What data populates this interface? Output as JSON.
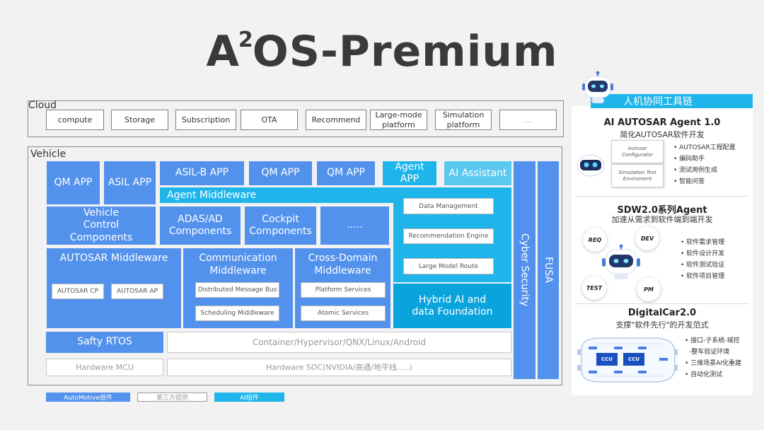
{
  "title": {
    "main": "A",
    "sup": "2",
    "rest": "OS-Premium"
  },
  "cloud": {
    "label": "Cloud",
    "items": [
      "compute",
      "Storage",
      "Subscription",
      "OTA",
      "Recommend",
      "Large-mode platform",
      "Simulation platform",
      "..."
    ]
  },
  "vehicle": {
    "label": "Vehicle",
    "apps": [
      "QM APP",
      "ASIL APP",
      "ASIL-B APP",
      "QM APP",
      "QM APP",
      "Agent APP",
      "AI Assistant"
    ],
    "agent_middleware": "Agent Middleware",
    "components": [
      "Vehicle Control Components",
      "ADAS/AD Components",
      "Cockpit Components",
      "....."
    ],
    "agent_services": [
      "Data Management",
      "Recommendation Engine",
      "Large Model Route"
    ],
    "autosar": {
      "title": "AUTOSAR Middleware",
      "items": [
        "AUTOSAR CP",
        "AUTOSAR AP"
      ]
    },
    "comm": {
      "title": "Communication Middleware",
      "items": [
        "Distributed Message Bus",
        "Scheduling Middleware"
      ]
    },
    "cross": {
      "title": "Cross-Domain Middleware",
      "items": [
        "Platform Services",
        "Atomic Services"
      ]
    },
    "hybrid": "Hybrid AI and data Foundation",
    "rtos": "Safty RTOS",
    "container": "Container/Hypervisor/QNX/Linux/Android",
    "hw_mcu": "Hardware MCU",
    "hw_soc": "Hardware SOC(NVIDIA/高通/地平线.....)",
    "cyber": "Cyber Security",
    "fusa": "FUSA"
  },
  "legend": [
    "AutoMotive组件",
    "第三方提供",
    "AI组件"
  ],
  "panel": {
    "header": "人机协同工具链",
    "s1": {
      "title": "AI AUTOSAR Agent 1.0",
      "subtitle": "简化AUTOSAR软件开发",
      "cards": [
        "Autosar Configurator",
        "Simulation Test Enviroment"
      ],
      "bullets": [
        "• AUTOSAR工程配置",
        "• 编码助手",
        "• 测试用例生成",
        "• 智能问答"
      ]
    },
    "s2": {
      "title": "SDW2.0系列Agent",
      "subtitle": "加速从需求到软件端到端开发",
      "bubbles": [
        "REQ",
        "DEV",
        "TEST",
        "PM"
      ],
      "bullets": [
        "• 软件需求管理",
        "• 软件设计开发",
        "• 软件测试验证",
        "• 软件项目管理"
      ]
    },
    "s3": {
      "title": "DigitalCar2.0",
      "subtitle": "支撑\"软件先行\"的开发范式",
      "ccu": [
        "CCU",
        "CCU"
      ],
      "bullets": [
        "• 接口-子系统-域控",
        "-整车验证环境",
        "• 三维场景AI化重建",
        "• 自动化测试"
      ]
    }
  },
  "colors": {
    "automotive": "#5392ec",
    "ai": "#1fb5ea",
    "third_party": "#ffffff"
  }
}
